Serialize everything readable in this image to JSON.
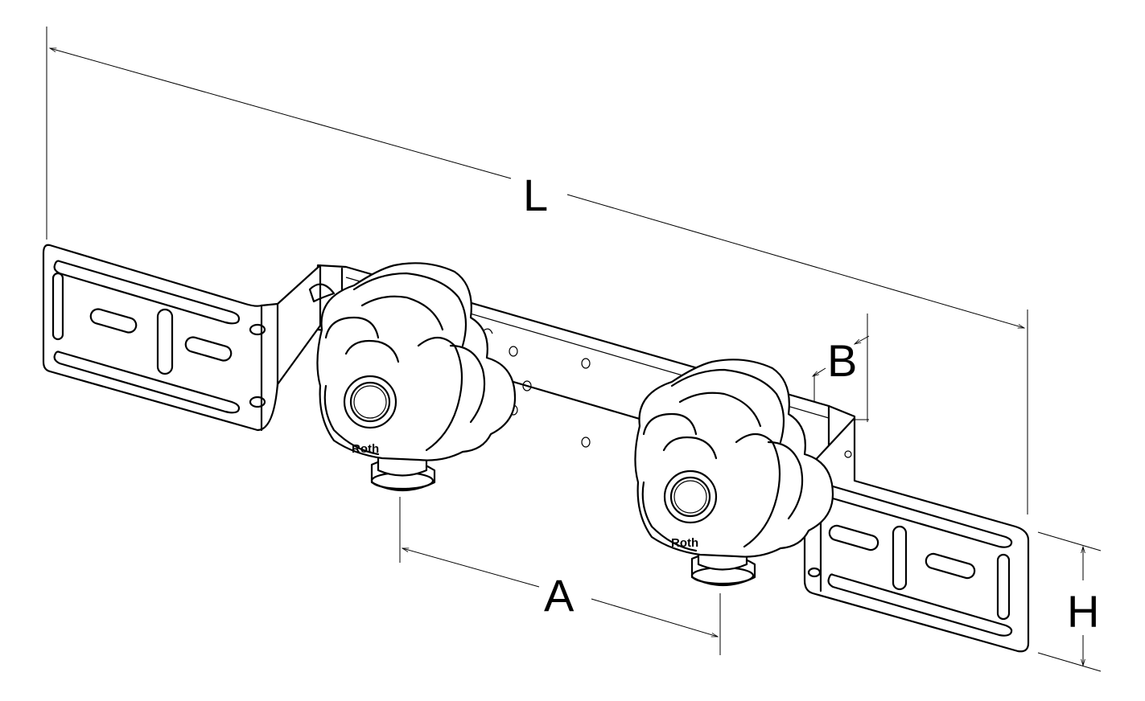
{
  "dimensions": {
    "length_label": "L",
    "spacing_label": "A",
    "offset_label": "B",
    "height_label": "H"
  },
  "outlets": [
    {
      "brand_mark": "Roth"
    },
    {
      "brand_mark": "Roth"
    }
  ]
}
